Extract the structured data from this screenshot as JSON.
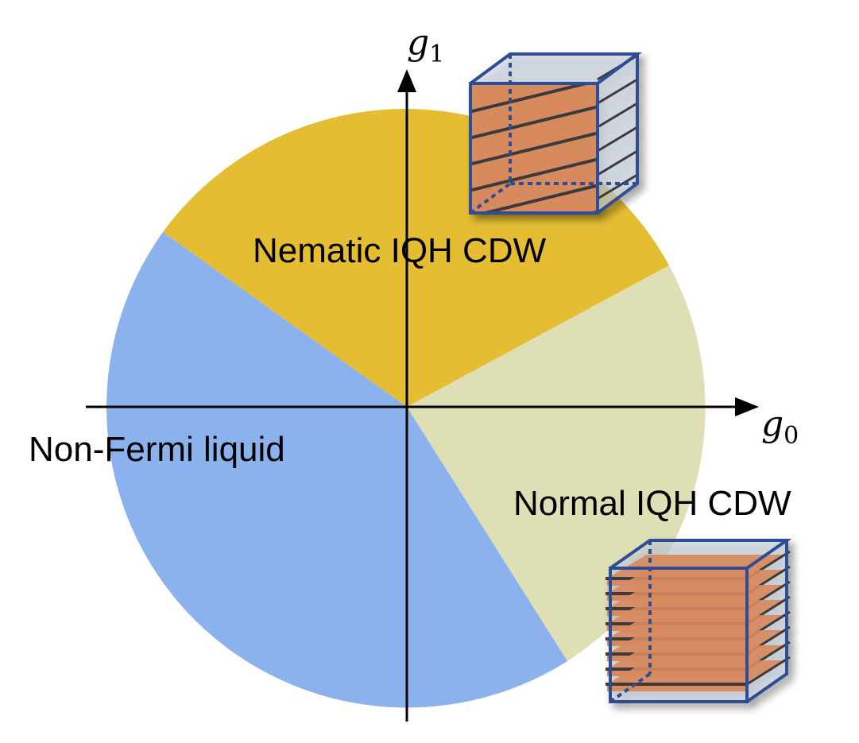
{
  "axes": {
    "x_label": "g",
    "x_sub": "0",
    "y_label": "g",
    "y_sub": "1"
  },
  "phases": [
    {
      "id": "nematic",
      "label": "Nematic IQH CDW",
      "color": "#E4BD32"
    },
    {
      "id": "normal",
      "label": "Normal IQH CDW",
      "color": "#DFDFB5"
    },
    {
      "id": "nfl",
      "label": "Non-Fermi liquid",
      "color": "#8CB2EE"
    }
  ],
  "icons": {
    "nematic_cube": "tilted-layered-cube-icon",
    "normal_cube": "stacked-layered-cube-icon"
  },
  "cube_colors": {
    "frame": "#2E4E94",
    "layer": "#D88A5E",
    "layer_edge": "#3A3A3A",
    "glass": "#C9D3DF"
  }
}
